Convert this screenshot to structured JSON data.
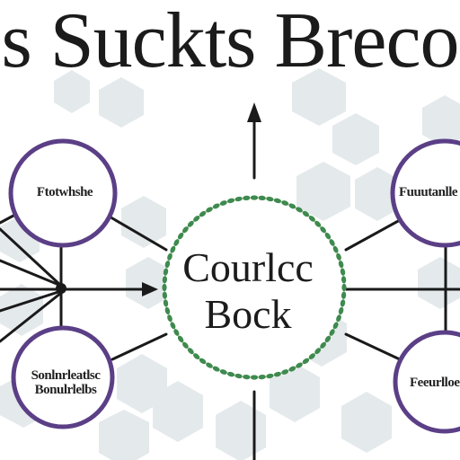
{
  "diagram": {
    "title": "s Suckts Breco",
    "center": {
      "line1": "Courlcc",
      "line2": "Bock"
    },
    "nodes": {
      "top_left": {
        "line1": "Ftotwhshe",
        "line2": ""
      },
      "bottom_left": {
        "line1": "Sonlnrleatlsc",
        "line2": "Bonulrlelbs"
      },
      "top_right": {
        "line1": "Fuuutanlle",
        "line2": ""
      },
      "bottom_right": {
        "line1": "Feeurlloe",
        "line2": ""
      }
    }
  },
  "colors": {
    "node_ring": "#5b3f86",
    "center_dots": "#3f8a4e",
    "lines": "#1a1a1a",
    "hexagons": "#e4e9ec"
  },
  "icons": [
    "arrow-up-icon",
    "arrow-right-icon"
  ]
}
